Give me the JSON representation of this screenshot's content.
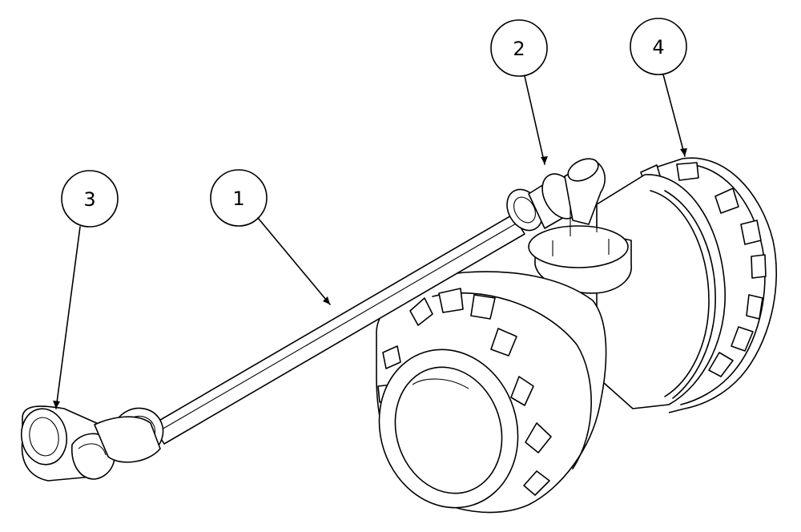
{
  "callouts": [
    {
      "id": "1",
      "label": "1",
      "part": "tube"
    },
    {
      "id": "2",
      "label": "2",
      "part": "elbow-fitting-top"
    },
    {
      "id": "3",
      "label": "3",
      "part": "elbow-fitting-end"
    },
    {
      "id": "4",
      "label": "4",
      "part": "housing"
    }
  ],
  "colors": {
    "line": "#000000",
    "background": "#ffffff"
  }
}
